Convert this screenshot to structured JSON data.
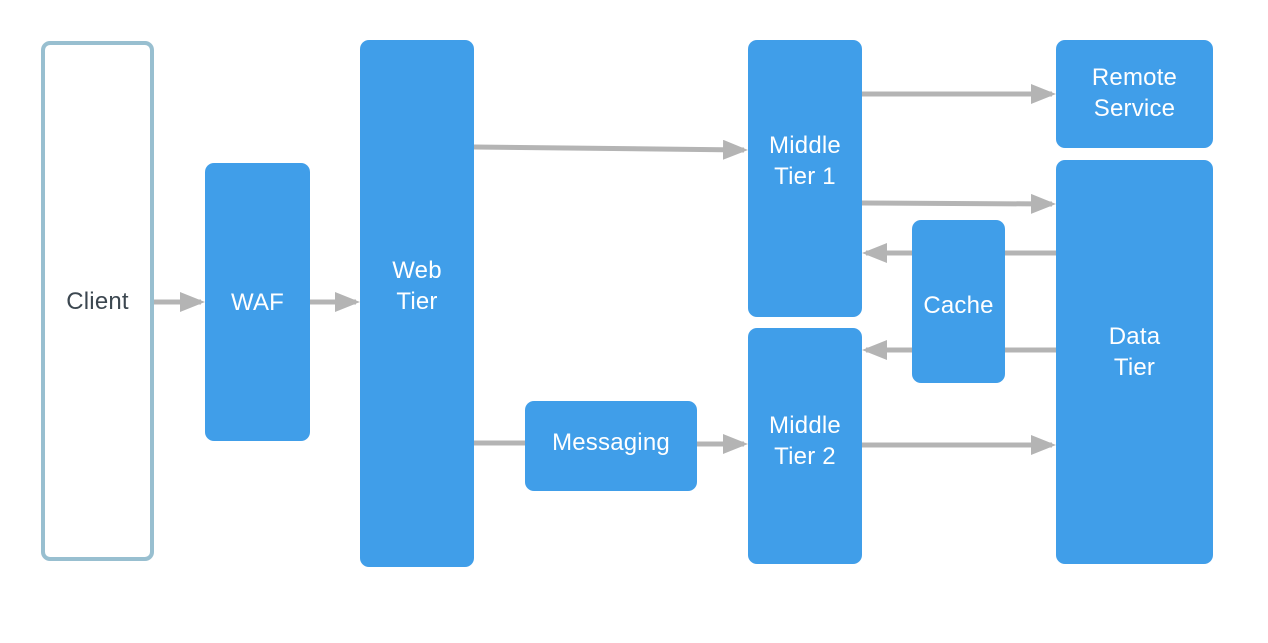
{
  "colors": {
    "node_fill": "#409ee9",
    "node_text": "#ffffff",
    "client_border": "#98bfd0",
    "client_text": "#3c4750",
    "arrow": "#b4b4b4",
    "background": "#ffffff"
  },
  "nodes": {
    "client": "Client",
    "waf": "WAF",
    "web_tier": "Web\nTier",
    "messaging": "Messaging",
    "middle_tier_1": "Middle\nTier 1",
    "middle_tier_2": "Middle\nTier 2",
    "cache": "Cache",
    "remote_service": "Remote\nService",
    "data_tier": "Data\nTier"
  },
  "connections": [
    {
      "from": "Client",
      "to": "WAF"
    },
    {
      "from": "WAF",
      "to": "Web Tier"
    },
    {
      "from": "Web Tier",
      "to": "Middle Tier 1"
    },
    {
      "from": "Web Tier",
      "to": "Messaging"
    },
    {
      "from": "Messaging",
      "to": "Middle Tier 2"
    },
    {
      "from": "Middle Tier 1",
      "to": "Remote Service"
    },
    {
      "from": "Middle Tier 1",
      "to": "Data Tier"
    },
    {
      "from": "Data Tier",
      "to": "Middle Tier 1",
      "via": "Cache"
    },
    {
      "from": "Data Tier",
      "to": "Middle Tier 2",
      "via": "Cache"
    },
    {
      "from": "Middle Tier 2",
      "to": "Data Tier"
    }
  ]
}
